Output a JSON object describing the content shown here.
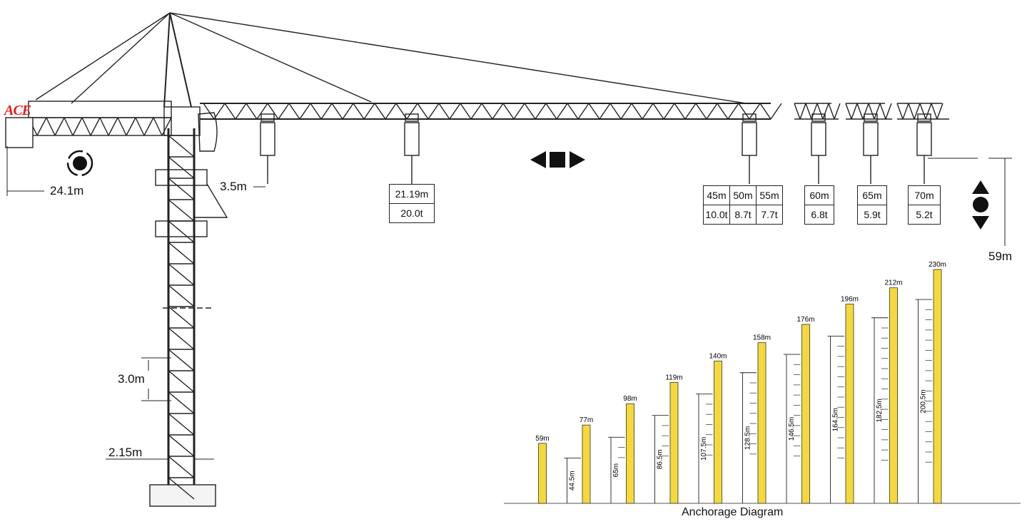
{
  "brand": {
    "logo_text": "ACE",
    "logo_color": "#e0201a"
  },
  "dimensions": {
    "counter_jib_length": "24.1m",
    "min_radius": "3.5m",
    "section_height": "3.0m",
    "mast_width": "2.15m",
    "hook_height": "59m"
  },
  "load_tables": [
    {
      "radius": [
        "21.19m"
      ],
      "load": [
        "20.0t"
      ]
    },
    {
      "radius": [
        "45m",
        "50m",
        "55m"
      ],
      "load": [
        "10.0t",
        "8.7t",
        "7.7t"
      ]
    },
    {
      "radius": [
        "60m"
      ],
      "load": [
        "6.8t"
      ]
    },
    {
      "radius": [
        "65m"
      ],
      "load": [
        "5.9t"
      ]
    },
    {
      "radius": [
        "70m"
      ],
      "load": [
        "5.2t"
      ]
    }
  ],
  "controls": {
    "slew_icon": "rotate-icon",
    "trolley_icons": [
      "arrow-left-icon",
      "stop-square-icon",
      "arrow-right-icon"
    ],
    "hoist_icons": [
      "arrow-up-icon",
      "stop-circle-icon",
      "arrow-down-icon"
    ]
  },
  "anchorage": {
    "caption": "Anchorage Diagram",
    "bar_color": "#f5d93c"
  },
  "chart_data": {
    "type": "bar",
    "title": "Anchorage Diagram",
    "xlabel": "",
    "ylabel": "",
    "categories": [
      "59m",
      "77m",
      "98m",
      "119m",
      "140m",
      "158m",
      "176m",
      "196m",
      "212m",
      "230m"
    ],
    "values": [
      59,
      77,
      98,
      119,
      140,
      158,
      176,
      196,
      212,
      230
    ],
    "first_anchor_height_labels": [
      "",
      "44.5m",
      "65m",
      "86.5m",
      "107.5m",
      "128.5m",
      "146.5m",
      "164.5m",
      "182.5m",
      "200.5m"
    ],
    "first_anchor_heights": [
      null,
      44.5,
      65,
      86.5,
      107.5,
      128.5,
      146.5,
      164.5,
      182.5,
      200.5
    ],
    "ylim": [
      0,
      230
    ]
  }
}
